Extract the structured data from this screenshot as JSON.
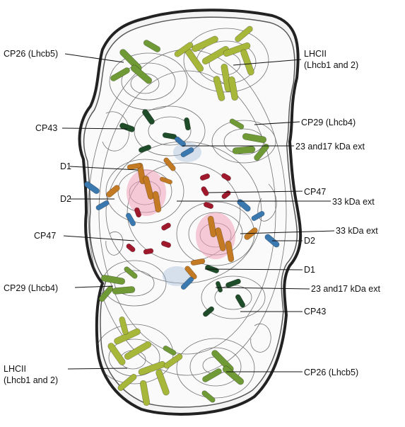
{
  "figure": {
    "labels": {
      "cp26_top": "CP26 (Lhcb5)",
      "lhcii_top": "LHCII\n(Lhcb1 and 2)",
      "cp43_top": "CP43",
      "cp29_top": "CP29 (Lhcb4)",
      "d1_top": "D1",
      "ext_23_17_top": "23 and17 kDa ext",
      "d2_top": "D2",
      "cp47_right": "CP47",
      "ext_33_top": "33 kDa ext",
      "cp47_left": "CP47",
      "ext_33_bottom": "33 kDa ext",
      "d2_bottom": "D2",
      "d1_bottom": "D1",
      "cp29_bottom": "CP29 (Lhcb4)",
      "ext_23_17_bottom": "23 and17 kDa ext",
      "cp43_bottom": "CP43",
      "lhcii_bottom": "LHCII\n(Lhcb1 and 2)",
      "cp26_bottom": "CP26 (Lhcb5)"
    },
    "colors": {
      "lhcii": "#a7b73a",
      "cp26_cp29": "#6f9a35",
      "cp43_cp47_dark": "#1f4d2a",
      "d1_d2": "#c47a22",
      "ext_33": "#a0182b",
      "ext_23_17": "#3a78b0",
      "center_pink": "#f0a0b8",
      "outline": "#222222"
    }
  }
}
